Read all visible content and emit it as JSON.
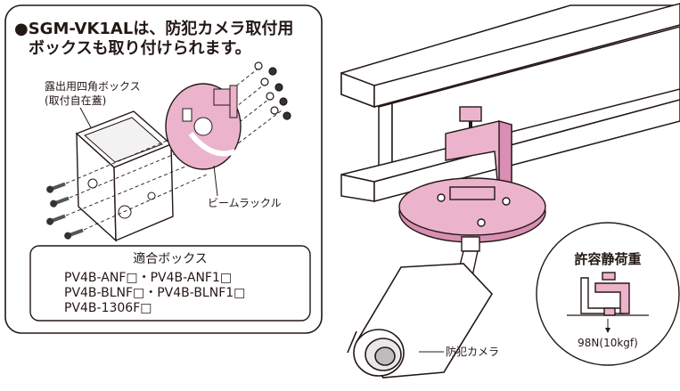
{
  "heading": {
    "line1": "●SGM-VK1ALは、防犯カメラ取付用",
    "line2": "ボックスも取り付けられます。"
  },
  "box_label": {
    "line1": "露出用四角ボックス",
    "line2": "(取付自在蓋)"
  },
  "beam_rack_label": "ビームラックル",
  "compatible_box": {
    "title": "適合ボックス",
    "line1": "PV4B-ANF□・PV4B-ANF1□",
    "line2": "PV4B-BLNF□・PV4B-BLNF1□",
    "line3": "PV4B-1306F□"
  },
  "camera_label": "防犯カメラ",
  "load": {
    "title": "許容静荷重",
    "value": "98N(10kgf)"
  },
  "colors": {
    "pink": "#ecb3cc",
    "pink_dark": "#d98fb3",
    "line": "#231815",
    "beam": "#ffffff"
  }
}
